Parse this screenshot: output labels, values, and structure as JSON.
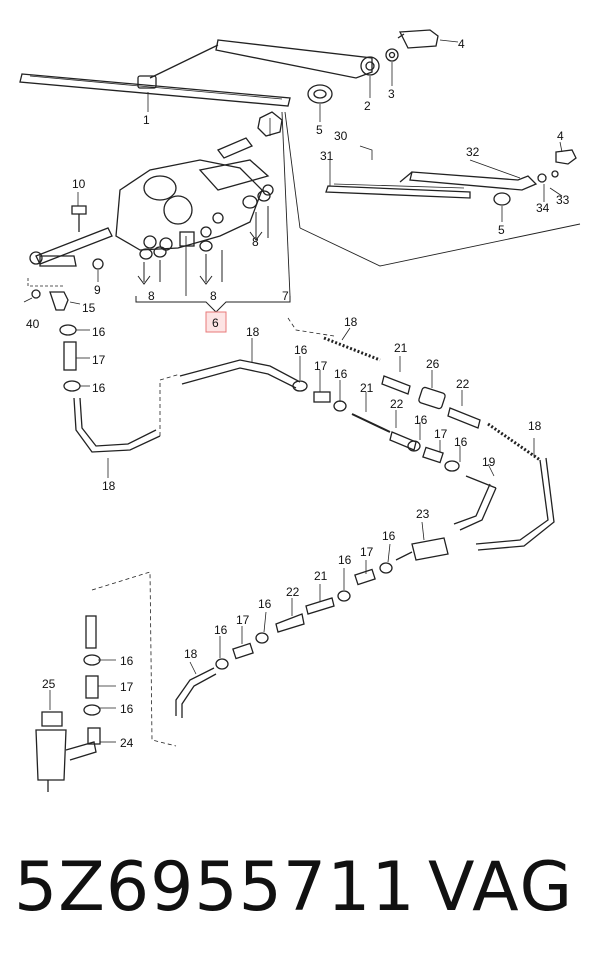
{
  "callouts": {
    "c1": "1",
    "c2": "2",
    "c3": "3",
    "c4": "4",
    "c4b": "4",
    "c5": "5",
    "c5b": "5",
    "c30": "30",
    "c31": "31",
    "c32": "32",
    "c33": "33",
    "c34": "34",
    "c10": "10",
    "c9": "9",
    "c40": "40",
    "c15": "15",
    "c16a": "16",
    "c17a": "17",
    "c16b": "16",
    "c18a": "18",
    "c8a": "8",
    "c8b": "8",
    "c8c": "8",
    "c7": "7",
    "c6": "6",
    "c18b": "18",
    "c18c": "18",
    "c16c": "16",
    "c17b": "17",
    "c16d": "16",
    "c21a": "21",
    "c26": "26",
    "c22a": "22",
    "c21b": "21",
    "c22b": "22",
    "c16e": "16",
    "c17c": "17",
    "c16f": "16",
    "c19": "19",
    "c18d": "18",
    "c23": "23",
    "c16g": "16",
    "c17d": "17",
    "c16h": "16",
    "c21c": "21",
    "c22c": "22",
    "c16i": "16",
    "c17e": "17",
    "c16j": "16",
    "c18e": "18",
    "c16k": "16",
    "c17f": "17",
    "c16l": "16",
    "c25": "25",
    "c24": "24"
  },
  "highlighted_callout": "6",
  "caption": {
    "part_number": "5Z6955711",
    "brand": "VAG"
  }
}
